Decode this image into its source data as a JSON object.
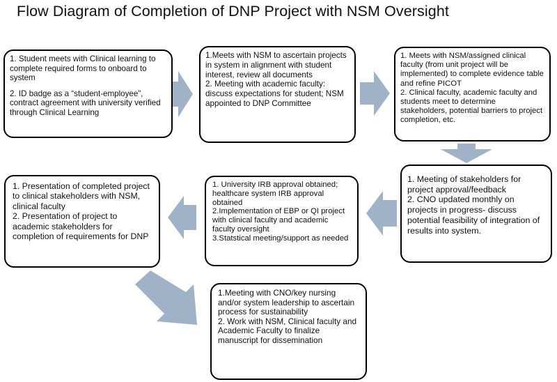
{
  "title": "Flow Diagram of Completion of DNP Project with NSM Oversight",
  "colors": {
    "arrow": "#9fb2c7",
    "box_border": "#000000"
  },
  "boxes": {
    "b1": [
      "1. Student  meets with Clinical learning to complete required forms to onboard to system",
      "2. ID badge  as a “student-employee”, contract agreement with university verified through Clinical Learning"
    ],
    "b2": [
      "1.Meets with NSM to ascertain projects in system in alignment with student interest, review all documents",
      "2. Meeting with academic faculty: discuss expectations for student; NSM appointed to DNP Committee"
    ],
    "b3": [
      "1. Meets with NSM/assigned clinical faculty (from unit project will be implemented) to complete evidence table  and refine PICOT",
      "2. Clinical faculty, academic faculty and students meet  to determine stakeholders, potential barriers to project completion, etc."
    ],
    "b4": [
      "1. Meeting of stakeholders for project approval/feedback",
      "2. CNO updated monthly on projects in progress- discuss potential feasibility of integration of results into system."
    ],
    "b5": [
      "1. University IRB approval obtained; healthcare system IRB approval obtained",
      " 2.Implementation of EBP or QI project with clinical faculty and academic faculty oversight",
      "3.Statstical meeting/support as needed"
    ],
    "b6": [
      "1. Presentation of completed project to clinical stakeholders with NSM, clinical faculty",
      "2. Presentation of project to academic stakeholders for completion of requirements for DNP"
    ],
    "b7": [
      "1.Meeting with CNO/key nursing and/or system leadership to  ascertain process for sustainability",
      "2. Work with NSM, Clinical faculty and Academic Faculty to finalize manuscript  for dissemination"
    ]
  }
}
